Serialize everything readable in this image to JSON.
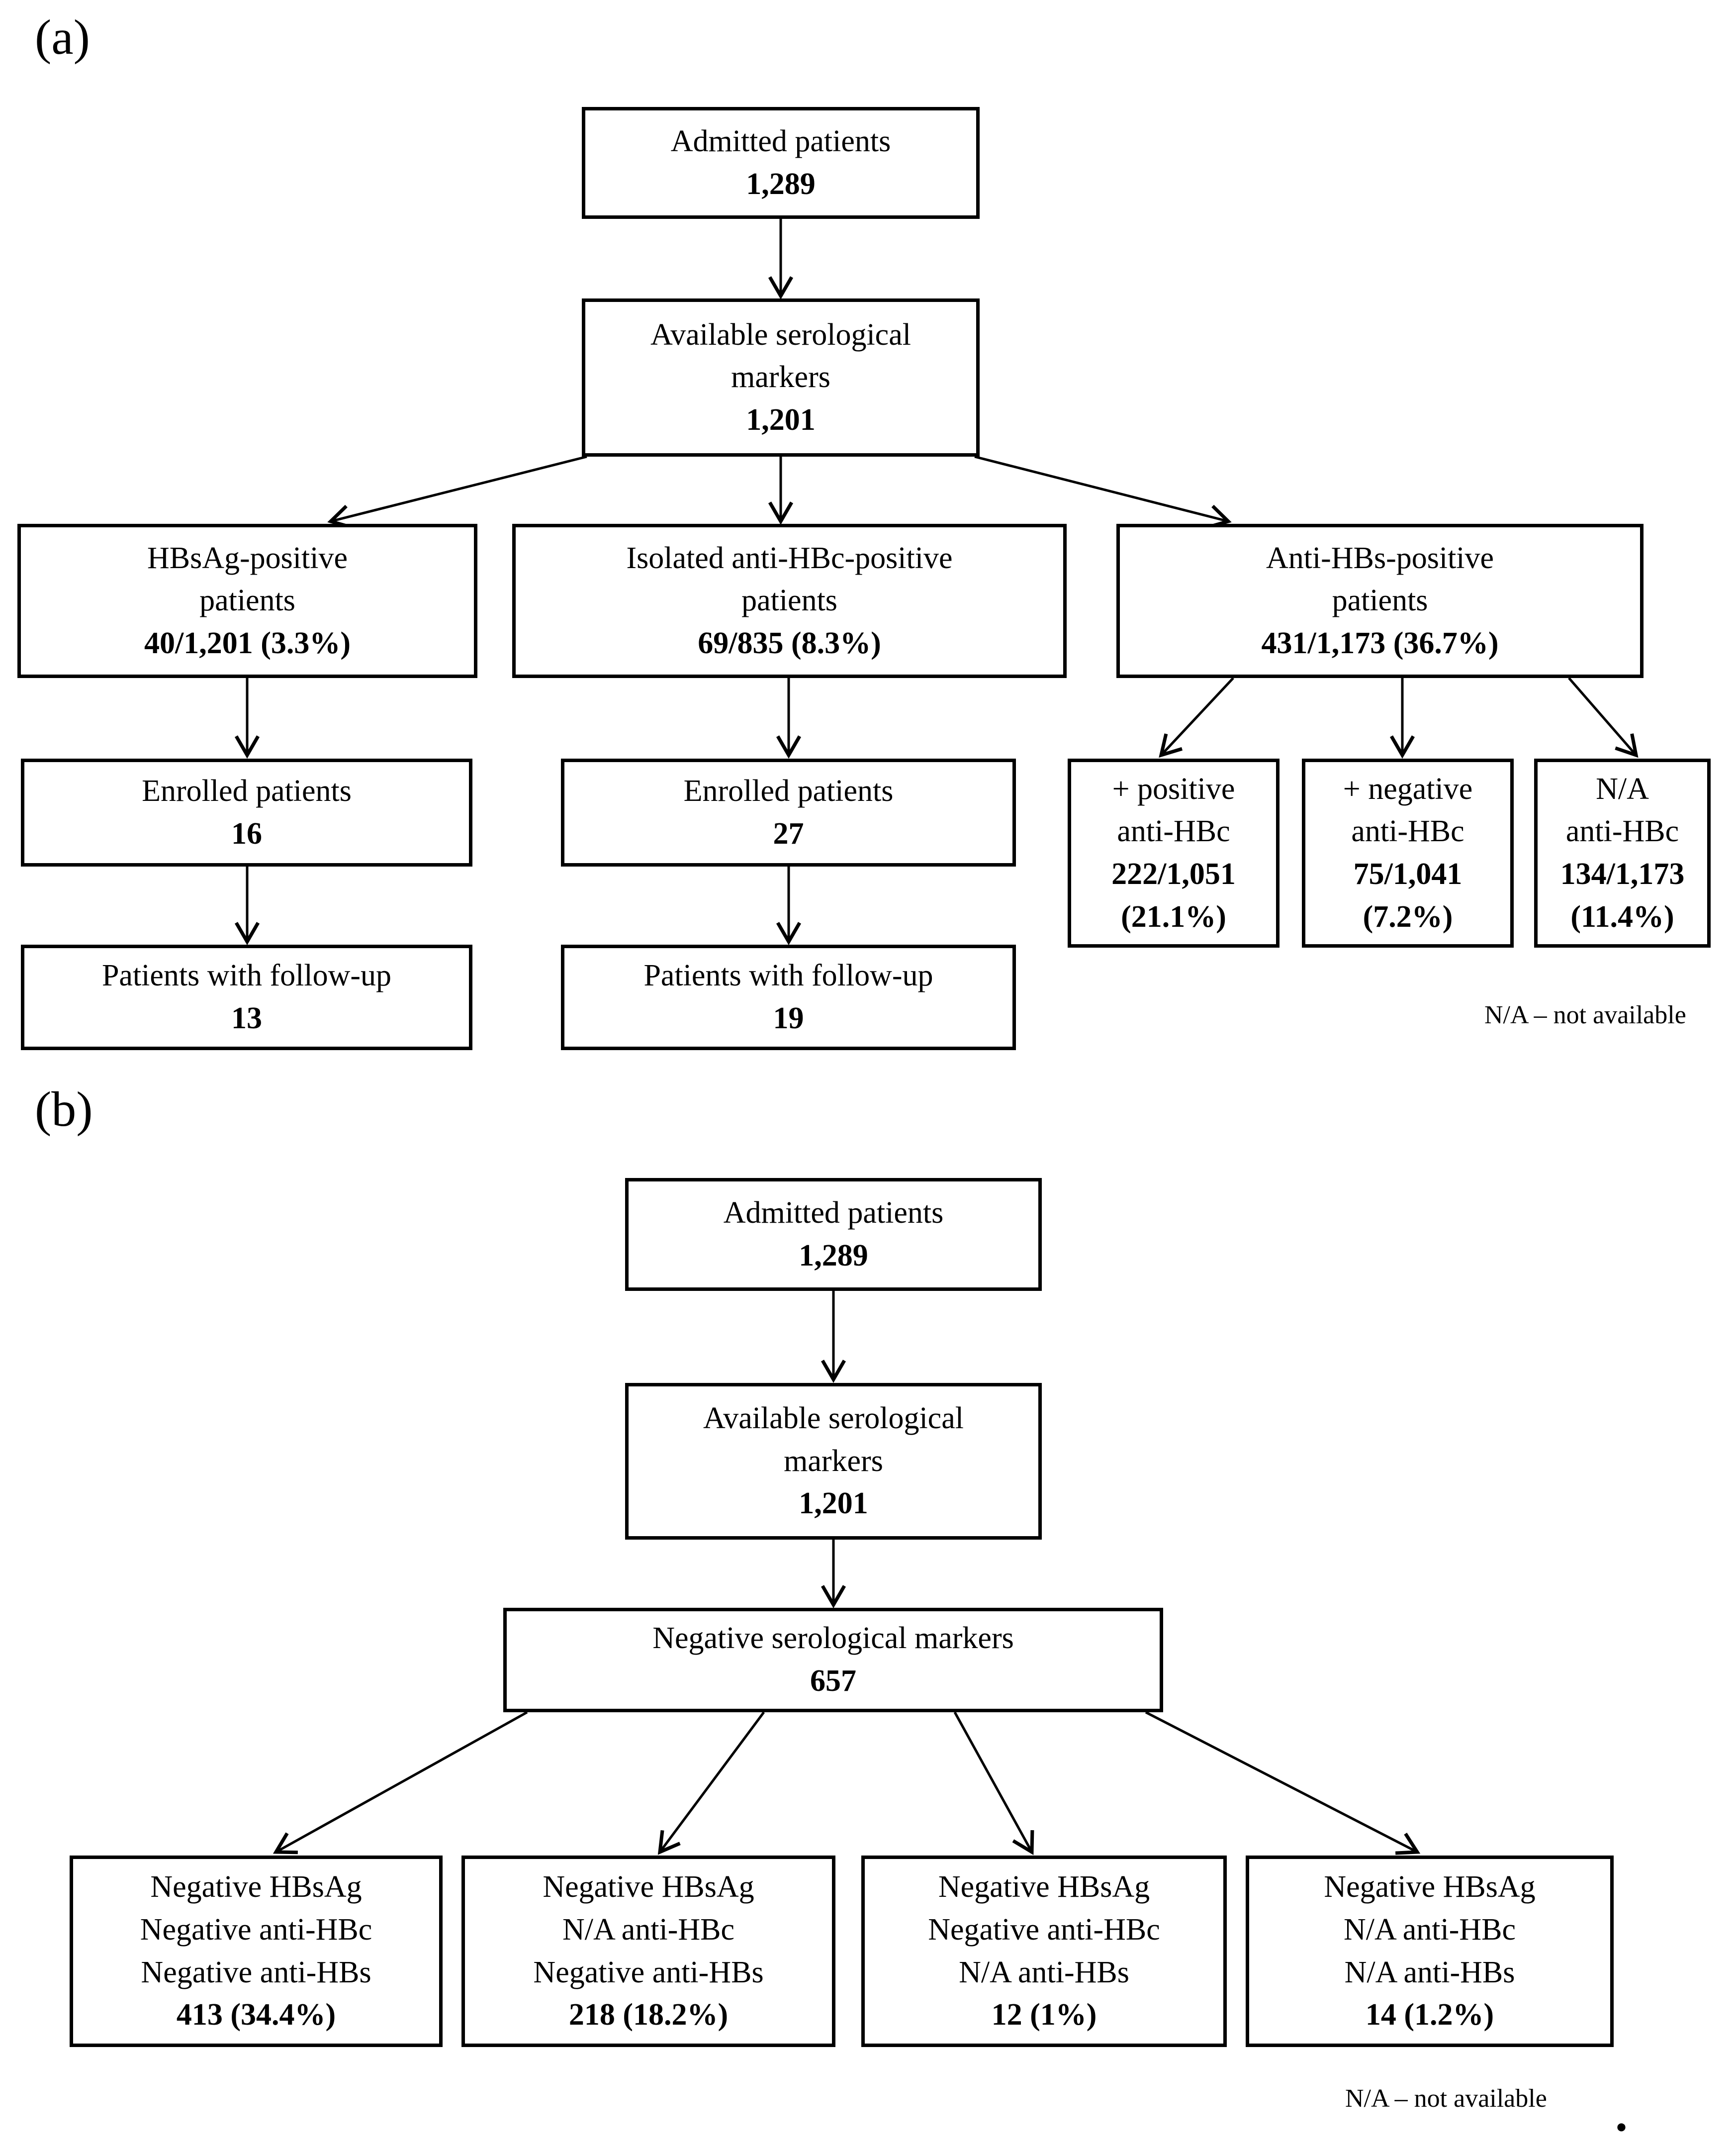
{
  "figure": {
    "type": "flowchart",
    "ink_color": "#000000",
    "background_color": "#ffffff"
  },
  "panel_a": {
    "label": "(a)",
    "admitted": {
      "title": "Admitted patients",
      "value": "1,289"
    },
    "available": {
      "line1": "Available serological",
      "line2": "markers",
      "value": "1,201"
    },
    "hbsag_positive": {
      "line1": "HBsAg-positive",
      "line2": "patients",
      "value": "40/1,201 (3.3%)"
    },
    "isolated_antihbc": {
      "line1": "Isolated anti-HBc-positive",
      "line2": "patients",
      "value": "69/835 (8.3%)"
    },
    "antihbs_positive": {
      "line1": "Anti-HBs-positive",
      "line2": "patients",
      "value": "431/1,173 (36.7%)"
    },
    "enrolled_left": {
      "title": "Enrolled patients",
      "value": "16"
    },
    "enrolled_mid": {
      "title": "Enrolled patients",
      "value": "27"
    },
    "followup_left": {
      "title": "Patients with follow-up",
      "value": "13"
    },
    "followup_mid": {
      "title": "Patients with follow-up",
      "value": "19"
    },
    "pos_antihbc": {
      "line1": "+ positive",
      "line2": "anti-HBc",
      "value_line1": "222/1,051",
      "value_line2": "(21.1%)"
    },
    "neg_antihbc": {
      "line1": "+ negative",
      "line2": "anti-HBc",
      "value_line1": "75/1,041",
      "value_line2": "(7.2%)"
    },
    "na_antihbc": {
      "line1": "N/A",
      "line2": "anti-HBc",
      "value_line1": "134/1,173",
      "value_line2": "(11.4%)"
    },
    "footnote": "N/A – not available"
  },
  "panel_b": {
    "label": "(b)",
    "admitted": {
      "title": "Admitted patients",
      "value": "1,289"
    },
    "available": {
      "line1": "Available serological",
      "line2": "markers",
      "value": "1,201"
    },
    "negative_markers": {
      "title": "Negative serological markers",
      "value": "657"
    },
    "outcome1": {
      "line1": "Negative HBsAg",
      "line2": "Negative anti-HBc",
      "line3": "Negative anti-HBs",
      "value": "413 (34.4%)"
    },
    "outcome2": {
      "line1": "Negative HBsAg",
      "line2": "N/A anti-HBc",
      "line3": "Negative anti-HBs",
      "value": "218 (18.2%)"
    },
    "outcome3": {
      "line1": "Negative HBsAg",
      "line2": "Negative anti-HBc",
      "line3": "N/A anti-HBs",
      "value": "12 (1%)"
    },
    "outcome4": {
      "line1": "Negative HBsAg",
      "line2": "N/A anti-HBc",
      "line3": "N/A anti-HBs",
      "value": "14 (1.2%)"
    },
    "footnote": "N/A – not available",
    "trailing_period": "."
  }
}
